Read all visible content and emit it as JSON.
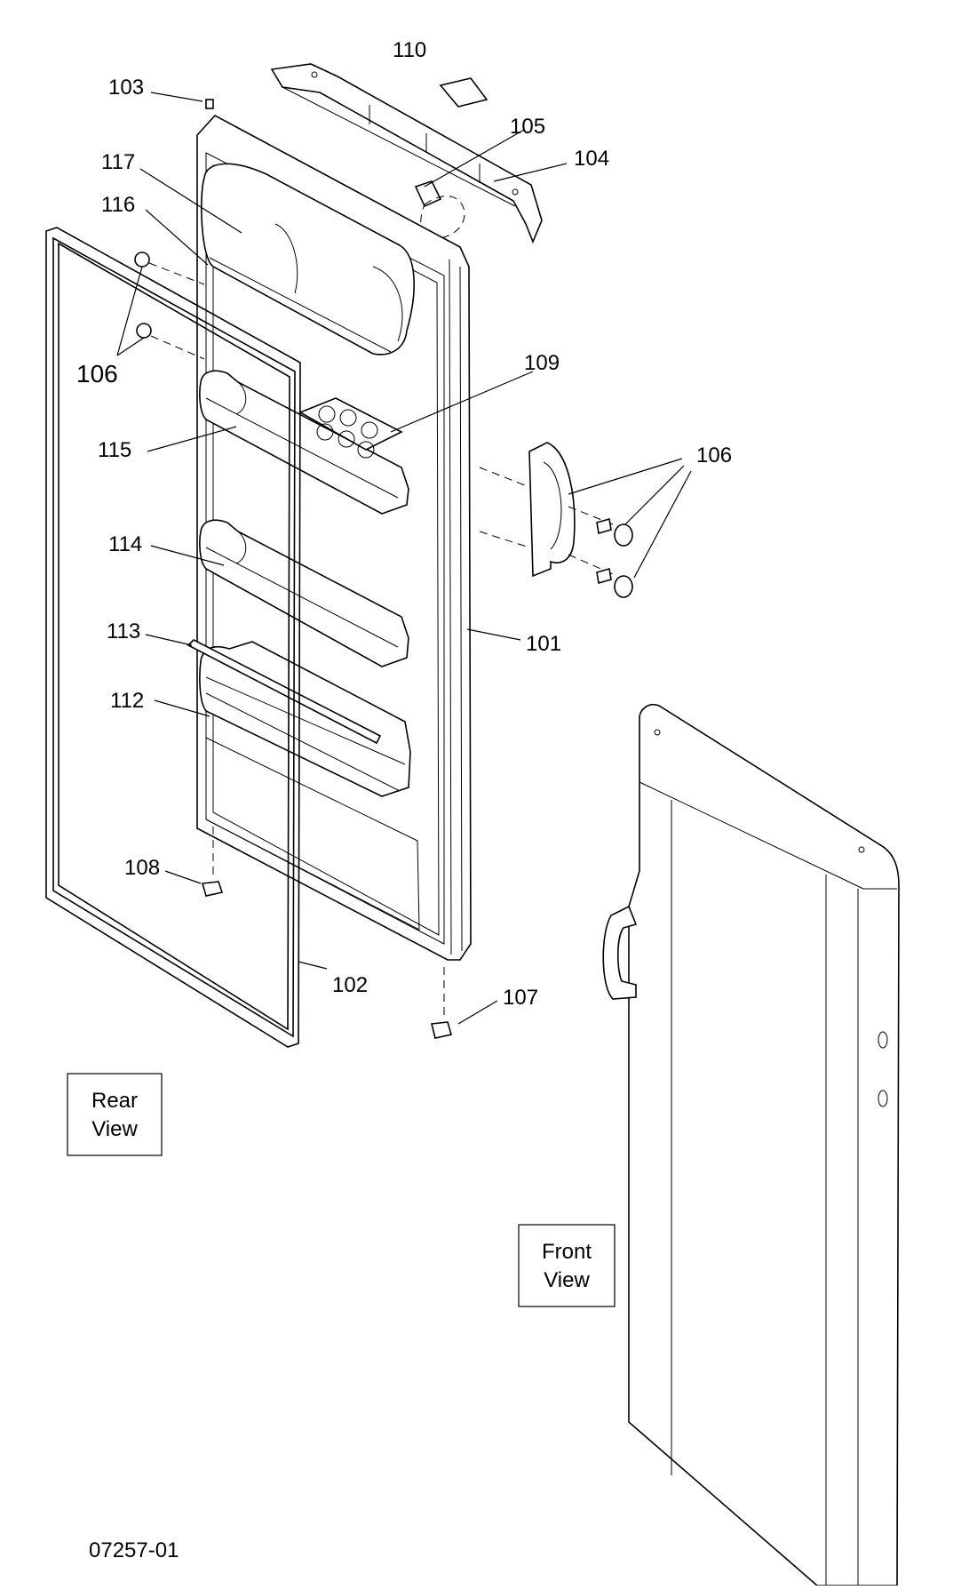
{
  "callouts": {
    "c110": "110",
    "c103": "103",
    "c105": "105",
    "c104": "104",
    "c117": "117",
    "c116": "116",
    "c106a": "106",
    "c109": "109",
    "c106b": "106",
    "c115": "115",
    "c114": "114",
    "c113": "113",
    "c101": "101",
    "c112": "112",
    "c108": "108",
    "c102": "102",
    "c107": "107"
  },
  "views": {
    "rear_line1": "Rear",
    "rear_line2": "View",
    "front_line1": "Front",
    "front_line2": "View"
  },
  "drawing_number": "07257-01"
}
